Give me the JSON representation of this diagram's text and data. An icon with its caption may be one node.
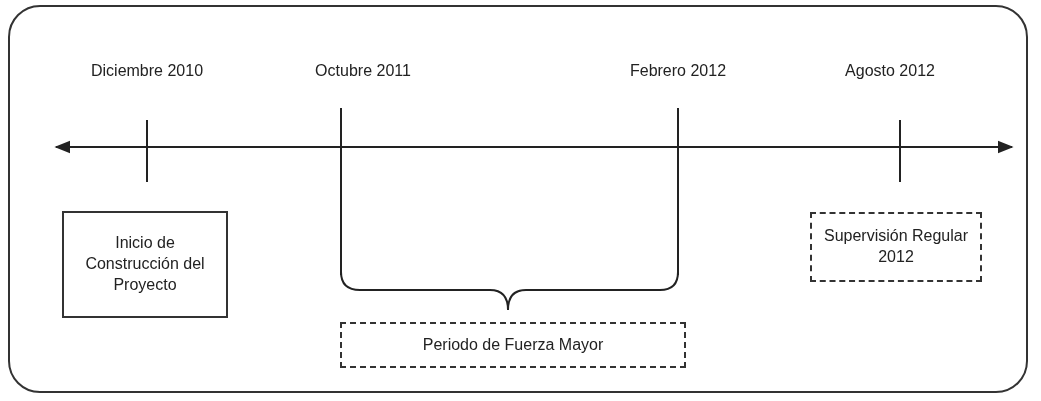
{
  "diagram": {
    "nodes": [
      {
        "text": [
          "Inicio de Construcción del Proyecto"
        ]
      },
      {
        "text": [
          "Supervisión Regular 2012"
        ]
      },
      {
        "text": [
          "Periodo de Fuerza Mayor"
        ]
      }
    ],
    "labels": [
      "Diciembre 2010",
      "Octubre 2011",
      "Febrero 2012",
      "Agosto 2012"
    ]
  }
}
